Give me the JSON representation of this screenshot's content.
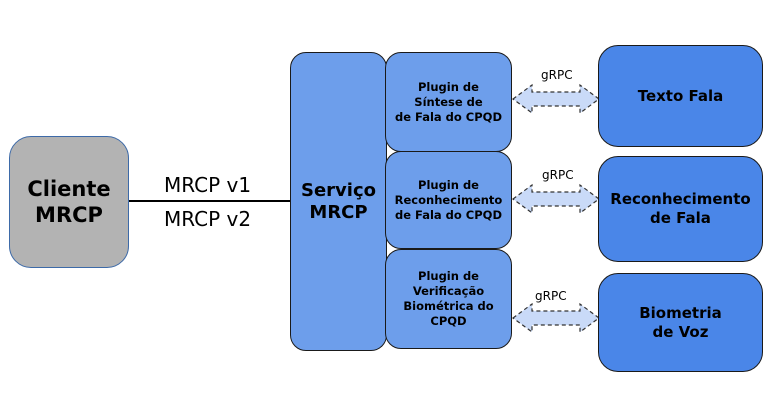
{
  "client": {
    "label": "Cliente\nMRCP",
    "color": "#b3b3b3"
  },
  "connection": {
    "protocol_top": "MRCP v1",
    "protocol_bottom": "MRCP v2"
  },
  "service": {
    "label": "Serviço\nMRCP",
    "color": "#6d9eeb"
  },
  "plugins": [
    {
      "label": "Plugin de\nSíntese de\nde Fala do CPQD"
    },
    {
      "label": "Plugin de\nReconhecimento\nde Fala do CPQD"
    },
    {
      "label": "Plugin de\nVerificação\nBiométrica do\nCPQD"
    }
  ],
  "links": [
    {
      "label": "gRPC"
    },
    {
      "label": "gRPC"
    },
    {
      "label": "gRPC"
    }
  ],
  "engines": [
    {
      "label": "Texto Fala"
    },
    {
      "label": "Reconhecimento\nde Fala"
    },
    {
      "label": "Biometria\nde Voz"
    }
  ],
  "colors": {
    "engine": "#4a86e8",
    "arrow_fill": "#c9daf8",
    "outline": "#1a1a1a"
  }
}
